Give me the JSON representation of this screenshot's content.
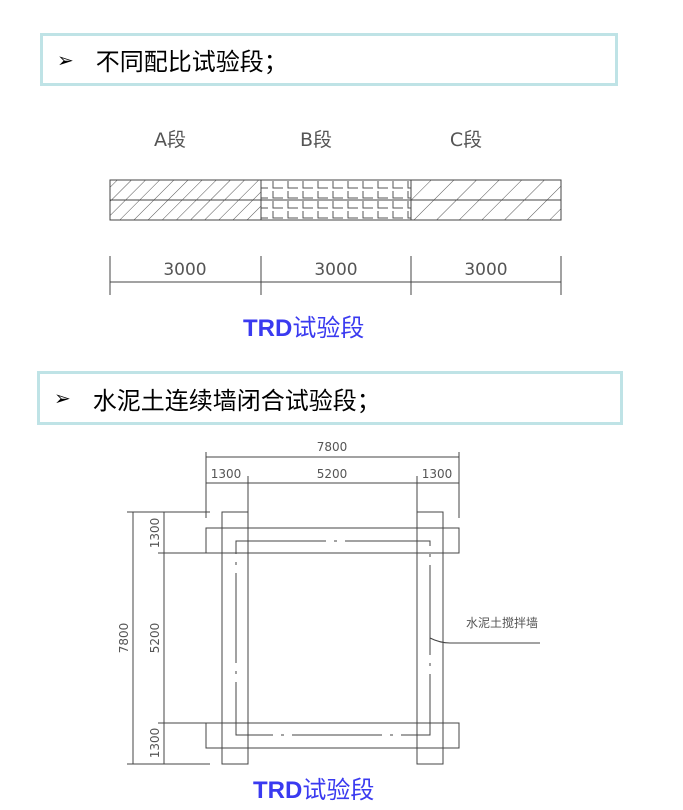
{
  "section1": {
    "bullet": "➢",
    "title": "不同配比试验段；"
  },
  "diagram1": {
    "segments": [
      {
        "label": "A段",
        "length": "3000"
      },
      {
        "label": "B段",
        "length": "3000"
      },
      {
        "label": "C段",
        "length": "3000"
      }
    ],
    "caption_latin": "TRD",
    "caption_cn": "试验段"
  },
  "section2": {
    "bullet": "➢",
    "title": "水泥土连续墙闭合试验段；"
  },
  "diagram2": {
    "top_total": "7800",
    "top_left": "1300",
    "top_mid": "5200",
    "top_right": "1300",
    "left_total": "7800",
    "left_top": "1300",
    "left_mid": "5200",
    "left_bottom": "1300",
    "wall_label": "水泥土搅拌墙",
    "caption_latin": "TRD",
    "caption_cn": "试验段"
  }
}
